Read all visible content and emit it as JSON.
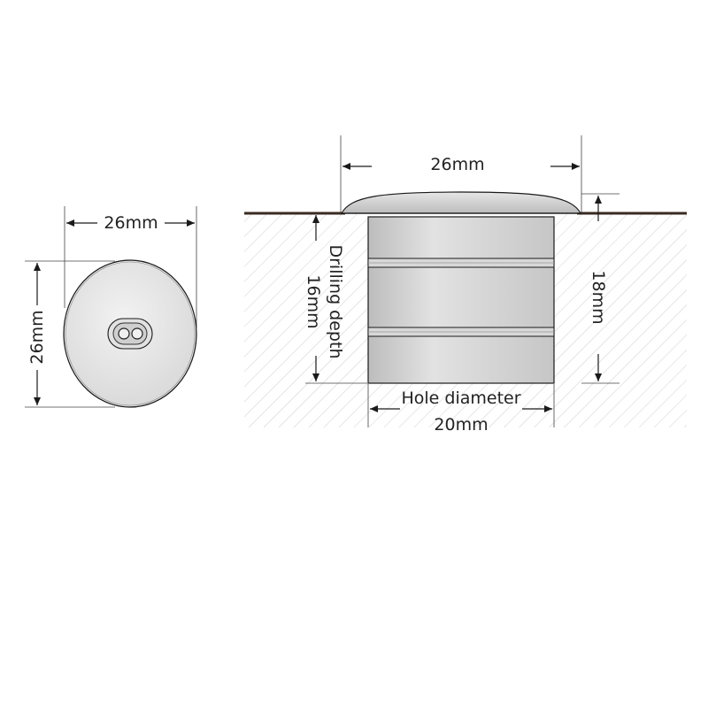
{
  "front_view": {
    "width_label": "26mm",
    "height_label": "26mm"
  },
  "section_view": {
    "cap_width_label": "26mm",
    "drilling_depth_label": "Drilling depth",
    "drilling_depth_value": "16mm",
    "body_height_label": "18mm",
    "hole_diameter_label": "Hole diameter",
    "hole_diameter_value": "20mm"
  },
  "colors": {
    "ink": "#1a1a1a",
    "surface": "#3a2a20",
    "body_fill": "#d4d4d4",
    "cap_fill": "#cfcfcf",
    "hatch": "#c8c8c8"
  }
}
